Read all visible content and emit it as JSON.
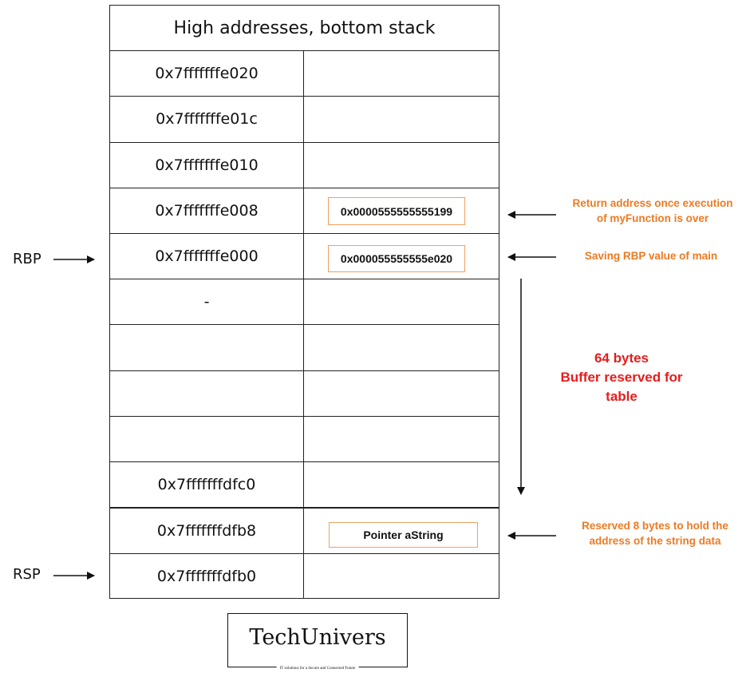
{
  "header": "High addresses, bottom stack",
  "rows": [
    {
      "address": "0x7fffffffe020",
      "value": ""
    },
    {
      "address": "0x7fffffffe01c",
      "value": ""
    },
    {
      "address": "0x7fffffffe010",
      "value": ""
    },
    {
      "address": "0x7fffffffe008",
      "value": "0x0000555555555199"
    },
    {
      "address": "0x7fffffffe000",
      "value": "0x000055555555e020"
    },
    {
      "address": "-",
      "value": ""
    },
    {
      "address": "",
      "value": ""
    },
    {
      "address": "",
      "value": ""
    },
    {
      "address": "",
      "value": ""
    },
    {
      "address": "0x7fffffffdfc0",
      "value": ""
    },
    {
      "address": "0x7fffffffdfb8",
      "value": "Pointer aString"
    },
    {
      "address": "0x7fffffffdfb0",
      "value": ""
    }
  ],
  "registers": {
    "rbp": "RBP",
    "rsp": "RSP"
  },
  "annotations": {
    "return_address": [
      "Return address once execution",
      "of myFunction is over"
    ],
    "saved_rbp": "Saving RBP value of main",
    "reserved_pointer": [
      "Reserved 8 bytes to hold the",
      "address of the string data"
    ]
  },
  "buffer_label": [
    "64 bytes",
    "Buffer reserved for",
    "table"
  ],
  "logo": {
    "name": "TechUnivers",
    "tagline": "IT solutions for a Secure and Connected Future"
  },
  "colors": {
    "annotation": "#ee7a22",
    "buffer": "#e81c1c",
    "value_box_border": "#f0a060"
  }
}
